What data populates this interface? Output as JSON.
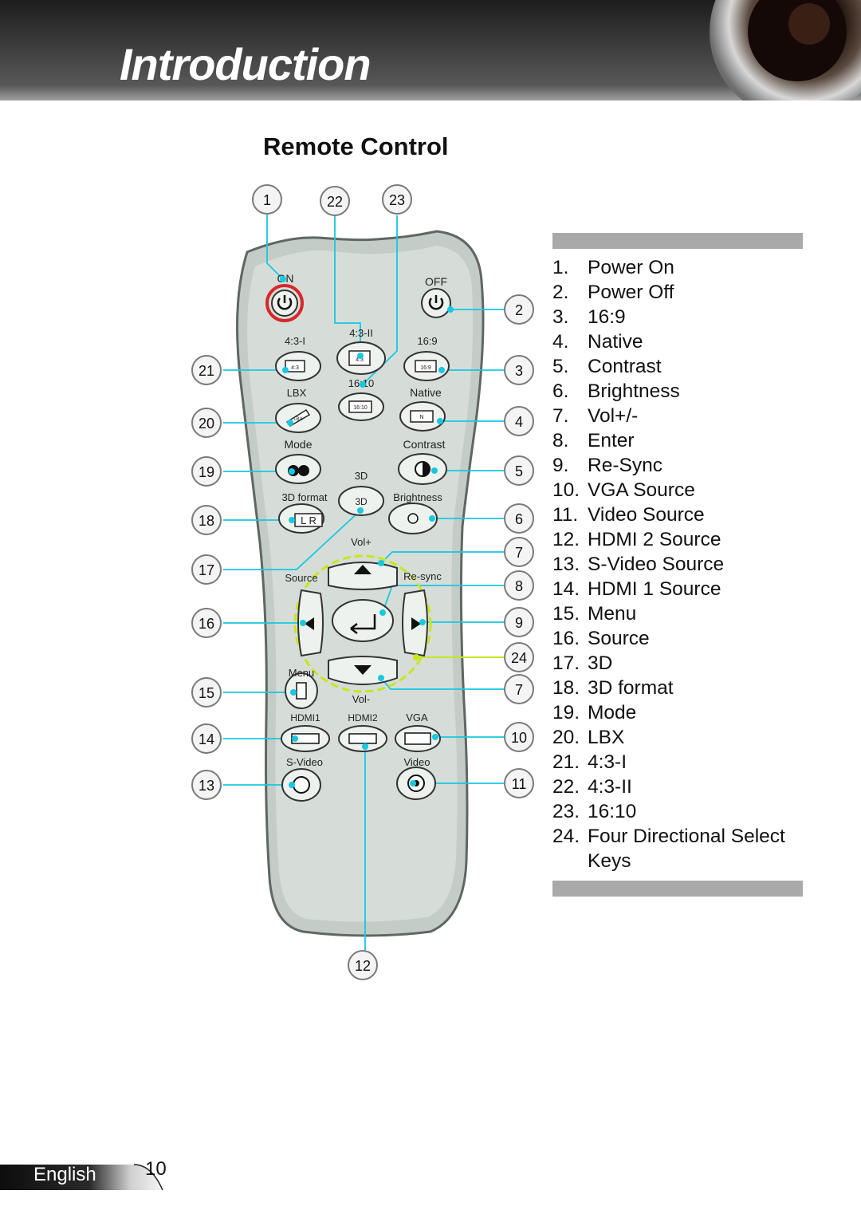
{
  "header": {
    "title": "Introduction"
  },
  "section": {
    "title": "Remote Control"
  },
  "callouts": [
    "1",
    "22",
    "23",
    "2",
    "3",
    "4",
    "5",
    "6",
    "7",
    "8",
    "9",
    "24",
    "7",
    "10",
    "11",
    "12",
    "21",
    "20",
    "19",
    "18",
    "17",
    "16",
    "15",
    "14",
    "13"
  ],
  "remote": {
    "on": "ON",
    "off": "OFF",
    "btn_43i": "4:3-I",
    "btn_43ii": "4:3-II",
    "btn_169": "16:9",
    "btn_1610": "16:10",
    "lbx": "LBX",
    "native": "Native",
    "mode": "Mode",
    "contrast": "Contrast",
    "threed_top": "3D",
    "threed_btn": "3D",
    "threed_format": "3D format",
    "brightness": "Brightness",
    "lr": "L R",
    "volplus": "Vol+",
    "volminus": "Vol-",
    "source": "Source",
    "resync": "Re-sync",
    "menu": "Menu",
    "hdmi1": "HDMI1",
    "hdmi2": "HDMI2",
    "vga": "VGA",
    "svideo": "S-Video",
    "video": "Video",
    "chip_43": "4:3",
    "chip_43b": "4:3",
    "chip_169": "16:9",
    "chip_1610": "16:10",
    "chip_lbx": "LBX",
    "chip_n": "N"
  },
  "legend": [
    {
      "num": "1.",
      "label": "Power On"
    },
    {
      "num": "2.",
      "label": "Power Off"
    },
    {
      "num": "3.",
      "label": "16:9"
    },
    {
      "num": "4.",
      "label": "Native"
    },
    {
      "num": "5.",
      "label": "Contrast"
    },
    {
      "num": "6.",
      "label": "Brightness"
    },
    {
      "num": "7.",
      "label": "Vol+/-"
    },
    {
      "num": "8.",
      "label": "Enter"
    },
    {
      "num": "9.",
      "label": "Re-Sync"
    },
    {
      "num": "10.",
      "label": "VGA Source"
    },
    {
      "num": "11.",
      "label": "Video Source"
    },
    {
      "num": "12.",
      "label": "HDMI 2 Source"
    },
    {
      "num": "13.",
      "label": "S-Video Source"
    },
    {
      "num": "14.",
      "label": "HDMI 1 Source"
    },
    {
      "num": "15.",
      "label": "Menu"
    },
    {
      "num": "16.",
      "label": "Source"
    },
    {
      "num": "17.",
      "label": "3D"
    },
    {
      "num": "18.",
      "label": "3D format"
    },
    {
      "num": "19.",
      "label": "Mode"
    },
    {
      "num": "20.",
      "label": "LBX"
    },
    {
      "num": "21.",
      "label": "4:3-I"
    },
    {
      "num": "22.",
      "label": "4:3-II"
    },
    {
      "num": "23.",
      "label": "16:10"
    },
    {
      "num": "24.",
      "label": "Four Directional Select Keys"
    }
  ],
  "footer": {
    "language": "English",
    "page": "10"
  },
  "colors": {
    "leader": "#17c8e0",
    "power_ring": "#d8262b",
    "dpad_ring": "#c8e61e",
    "remote_body": "#d6ddd8"
  }
}
